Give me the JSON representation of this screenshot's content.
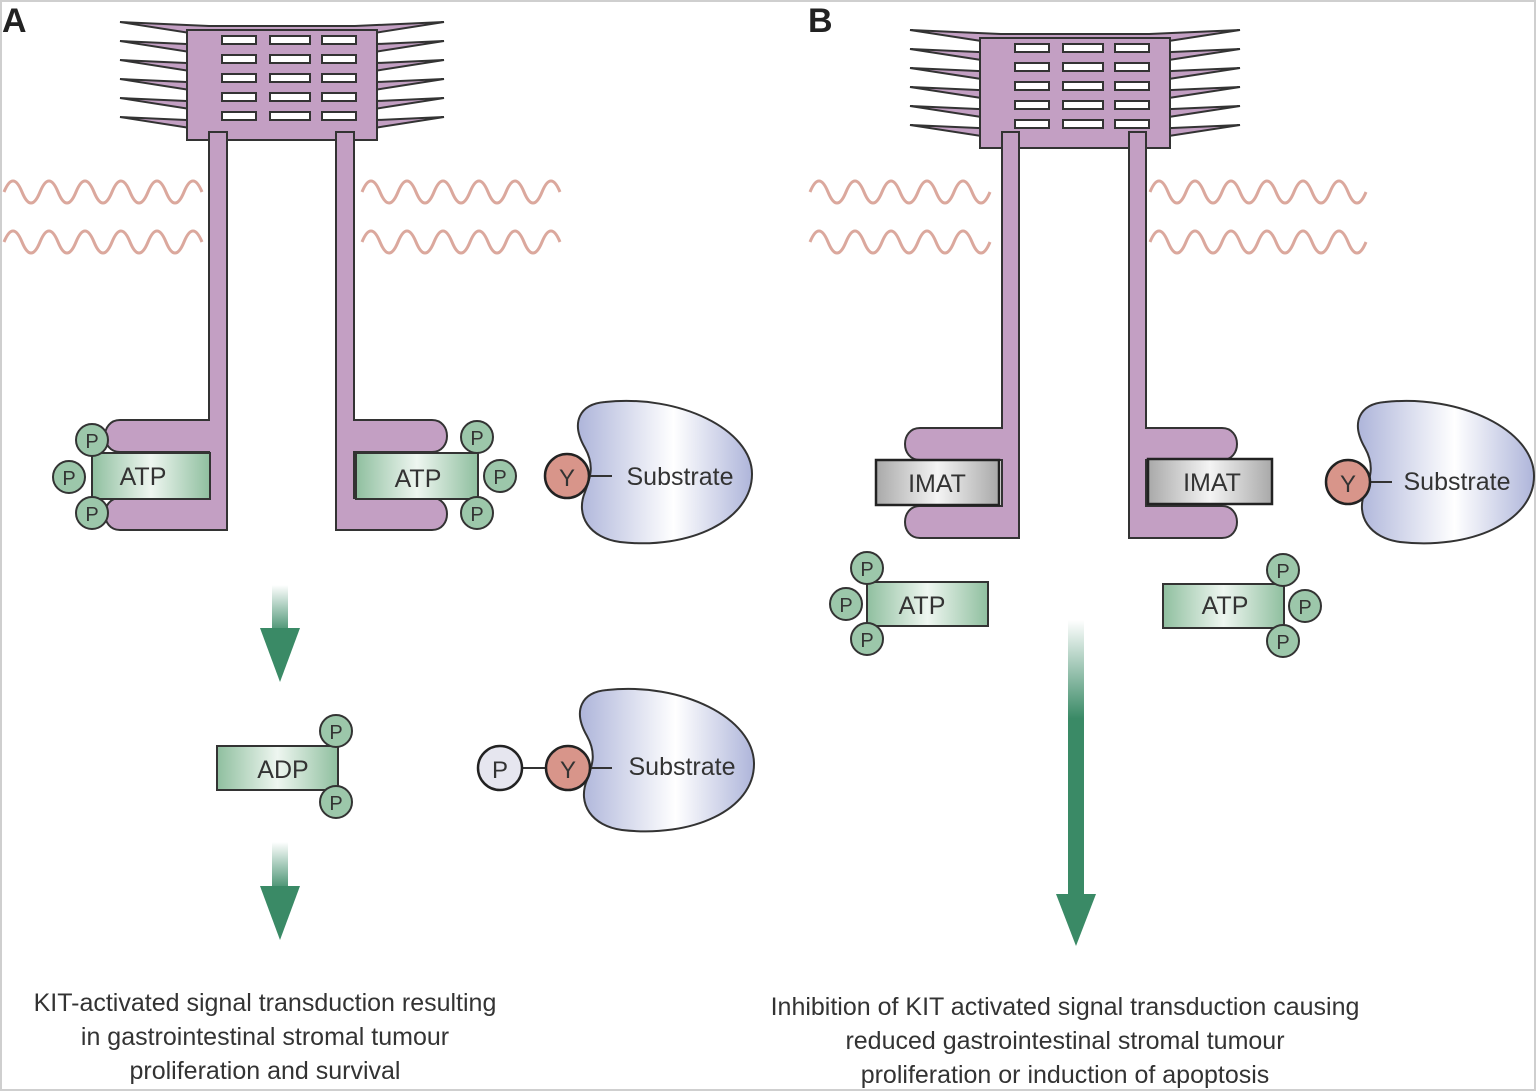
{
  "panels": [
    {
      "id": "A",
      "label": "A",
      "atp_labels": [
        "ATP",
        "ATP"
      ],
      "phosphate_label": "P",
      "tyrosine_label": "Y",
      "substrate_label": "Substrate",
      "adp_label": "ADP",
      "phospho_substrate_label": "Substrate",
      "caption_lines": [
        "KIT-activated signal transduction resulting",
        "in gastrointestinal stromal tumour",
        "proliferation and survival"
      ]
    },
    {
      "id": "B",
      "label": "B",
      "inhibitor_labels": [
        "IMAT",
        "IMAT"
      ],
      "atp_labels": [
        "ATP",
        "ATP"
      ],
      "phosphate_label": "P",
      "tyrosine_label": "Y",
      "substrate_label": "Substrate",
      "caption_lines": [
        "Inhibition of KIT activated signal transduction causing",
        "reduced gastrointestinal stromal tumour",
        "proliferation or induction of apoptosis"
      ]
    }
  ],
  "colors": {
    "receptor": "#c39fc3",
    "membrane_wave": "#dba89d",
    "arrow": "#3a8a66",
    "atp_fill": "#a8cdb5",
    "phosphate_fill": "#9cc7aa",
    "tyrosine_fill": "#d8958a",
    "substrate_fill": "#c7cce6",
    "inhibitor_fill": "#c8c8c8",
    "outline": "#333333"
  }
}
